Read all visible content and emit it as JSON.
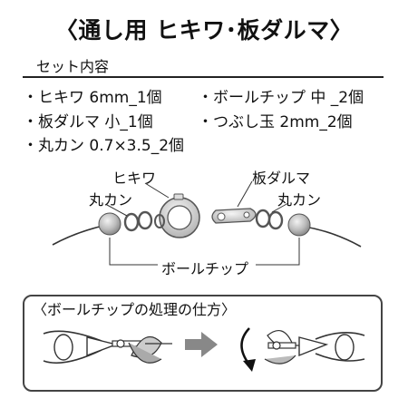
{
  "title": "〈通し用 ヒキワ･板ダルマ〉",
  "set_label": "セット内容",
  "items": [
    "・ヒキワ 6mm_1個",
    "・板ダルマ 小_1個",
    "・丸カン 0.7×3.5_2個",
    "・ボールチップ 中 _2個",
    "・つぶし玉 2mm_2個"
  ],
  "diagram": {
    "labels": {
      "hikiwa": "ヒキワ",
      "marukan_left": "丸カン",
      "itadaruma": "板ダルマ",
      "marukan_right": "丸カン",
      "ballchip": "ボールチップ"
    }
  },
  "howto": {
    "title": "〈ボールチップの処理の仕方〉"
  }
}
